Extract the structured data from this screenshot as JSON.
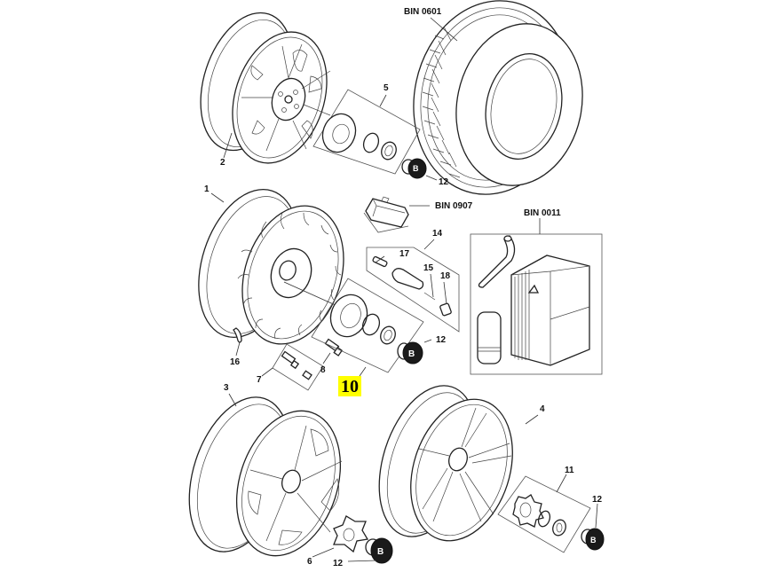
{
  "diagram": {
    "title": "Wheels and tyres exploded parts diagram",
    "highlight_label": "10",
    "highlight_color": "#ffff00",
    "callouts": [
      {
        "id": "bin-0601",
        "text": "BIN 0601"
      },
      {
        "id": "5",
        "text": "5"
      },
      {
        "id": "2",
        "text": "2"
      },
      {
        "id": "12a",
        "text": "12"
      },
      {
        "id": "1",
        "text": "1"
      },
      {
        "id": "bin-0907",
        "text": "BIN 0907"
      },
      {
        "id": "bin-0011",
        "text": "BIN 0011"
      },
      {
        "id": "14",
        "text": "14"
      },
      {
        "id": "17",
        "text": "17"
      },
      {
        "id": "15",
        "text": "15"
      },
      {
        "id": "18",
        "text": "18"
      },
      {
        "id": "12b",
        "text": "12"
      },
      {
        "id": "16",
        "text": "16"
      },
      {
        "id": "8",
        "text": "8"
      },
      {
        "id": "7",
        "text": "7"
      },
      {
        "id": "3",
        "text": "3"
      },
      {
        "id": "4",
        "text": "4"
      },
      {
        "id": "11",
        "text": "11"
      },
      {
        "id": "12c",
        "text": "12"
      },
      {
        "id": "6",
        "text": "6"
      },
      {
        "id": "12d",
        "text": "12"
      }
    ],
    "parts": [
      {
        "name": "alloy-wheel-7-spoke",
        "callout": "2"
      },
      {
        "name": "tyre",
        "callout": "BIN 0601"
      },
      {
        "name": "centre-cap-kit",
        "callout": "5"
      },
      {
        "name": "centre-badge",
        "callout": "12"
      },
      {
        "name": "alloy-wheel-multi-spoke",
        "callout": "1"
      },
      {
        "name": "tpms-sensor",
        "callout": "BIN 0907"
      },
      {
        "name": "valve-kit",
        "callout": "14"
      },
      {
        "name": "tyre-repair-kit",
        "callout": "BIN 0011"
      },
      {
        "name": "centre-cap-kit",
        "callout": "10"
      },
      {
        "name": "balance-weight",
        "callout": "16"
      },
      {
        "name": "wheel-bolt-locking",
        "callout": "7"
      },
      {
        "name": "wheel-bolt",
        "callout": "8"
      },
      {
        "name": "alloy-wheel-5-spoke",
        "callout": "3"
      },
      {
        "name": "alloy-wheel-5-split-spoke",
        "callout": "4"
      },
      {
        "name": "centre-cap-kit",
        "callout": "11"
      },
      {
        "name": "centre-cap-star",
        "callout": "6"
      }
    ]
  }
}
